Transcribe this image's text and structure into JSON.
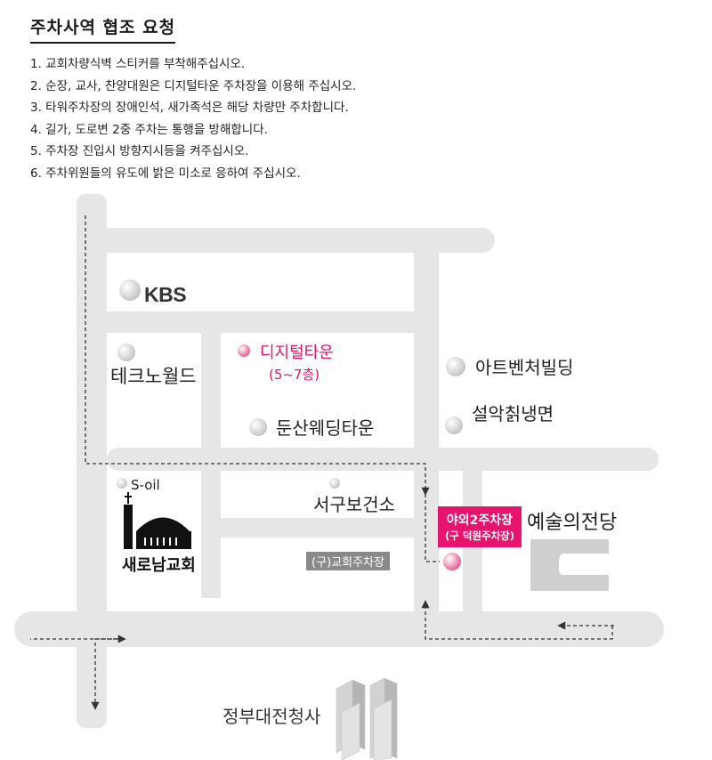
{
  "header": {
    "title": "주차사역 협조 요청"
  },
  "instructions": [
    "1. 교회차량식벽 스티커를 부착해주십시오.",
    "2. 순장, 교사, 찬양대원은 디지털타운 주차장을 이용해 주십시오.",
    "3. 타워주차장의 장애인석, 새가족석은 해당 차량만 주차합니다.",
    "4. 길가, 도로변 2중 주차는 통행을 방해합니다.",
    "5. 주차장 진입시 방향지시등을 켜주십시오.",
    "6. 주차위원들의 유도에 밝은 미소로 응하여 주십시오."
  ],
  "map": {
    "landmarks": {
      "kbs": "KBS",
      "techno_world": "테크노월드",
      "digital_town": "디지털타운",
      "digital_town_floors": "(5~7층)",
      "dunsan_wedding": "둔산웨딩타운",
      "art_venture": "아트벤처빌딩",
      "seorak": "설악칡냉면",
      "s_oil": "S-oil",
      "church": "새로남교회",
      "seogu_health": "서구보건소",
      "old_church_parking": "(구)교회주차장",
      "outdoor_parking_1": "야외2주차장",
      "outdoor_parking_2": "(구 덕원주차장)",
      "arts_center": "예술의전당",
      "gov_complex": "정부대전청사"
    },
    "colors": {
      "road": "#e6e6e7",
      "accent": "#e6136f",
      "marker": "#c8c8ca",
      "marker_pink": "#e87fa6",
      "route": "#333333",
      "label_box": "#8a8a8c"
    }
  }
}
